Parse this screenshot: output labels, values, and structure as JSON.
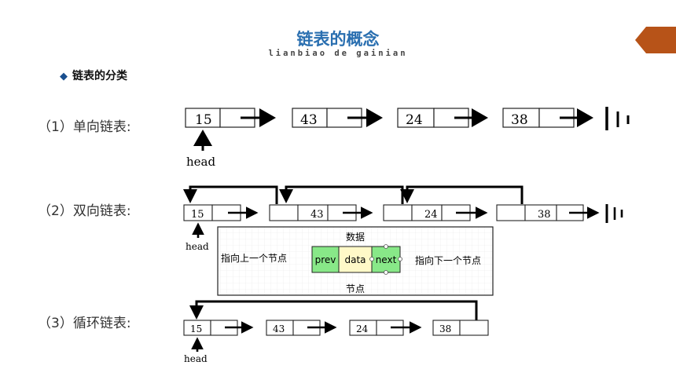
{
  "header": {
    "title": "链表的概念",
    "subtitle": "lianbiao de gainian"
  },
  "colors": {
    "title": "#2a6fb0",
    "accent_tab": "#b75318",
    "prev_cell": "#88e888",
    "data_cell": "#fff9c8",
    "next_cell": "#88e888"
  },
  "section": {
    "heading": "链表的分类"
  },
  "lists": {
    "singly": {
      "label": "（1）单向链表:",
      "values": [
        "15",
        "43",
        "24",
        "38"
      ],
      "head": "head"
    },
    "doubly": {
      "label": "（2）双向链表:",
      "values": [
        "15",
        "43",
        "24",
        "38"
      ],
      "head": "head"
    },
    "circular": {
      "label": "（3）循环链表:",
      "values": [
        "15",
        "43",
        "24",
        "38"
      ],
      "head": "head"
    }
  },
  "node_diagram": {
    "top_label": "数据",
    "prev": "prev",
    "data": "data",
    "next": "next",
    "left_caption": "指向上一个节点",
    "right_caption": "指向下一个节点",
    "bottom_label": "节点"
  }
}
